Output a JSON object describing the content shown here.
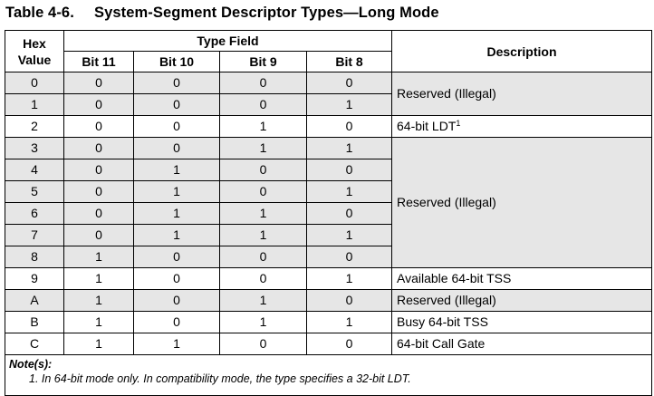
{
  "title": {
    "number": "Table 4-6.",
    "text": "System-Segment Descriptor Types—Long Mode"
  },
  "header": {
    "hex_line1": "Hex",
    "hex_line2": "Value",
    "type_field": "Type Field",
    "bits": [
      "Bit 11",
      "Bit 10",
      "Bit 9",
      "Bit 8"
    ],
    "description": "Description"
  },
  "rows": [
    {
      "hex": "0",
      "b11": "0",
      "b10": "0",
      "b9": "0",
      "b8": "0"
    },
    {
      "hex": "1",
      "b11": "0",
      "b10": "0",
      "b9": "0",
      "b8": "1"
    },
    {
      "hex": "2",
      "b11": "0",
      "b10": "0",
      "b9": "1",
      "b8": "0"
    },
    {
      "hex": "3",
      "b11": "0",
      "b10": "0",
      "b9": "1",
      "b8": "1"
    },
    {
      "hex": "4",
      "b11": "0",
      "b10": "1",
      "b9": "0",
      "b8": "0"
    },
    {
      "hex": "5",
      "b11": "0",
      "b10": "1",
      "b9": "0",
      "b8": "1"
    },
    {
      "hex": "6",
      "b11": "0",
      "b10": "1",
      "b9": "1",
      "b8": "0"
    },
    {
      "hex": "7",
      "b11": "0",
      "b10": "1",
      "b9": "1",
      "b8": "1"
    },
    {
      "hex": "8",
      "b11": "1",
      "b10": "0",
      "b9": "0",
      "b8": "0"
    },
    {
      "hex": "9",
      "b11": "1",
      "b10": "0",
      "b9": "0",
      "b8": "1"
    },
    {
      "hex": "A",
      "b11": "1",
      "b10": "0",
      "b9": "1",
      "b8": "0"
    },
    {
      "hex": "B",
      "b11": "1",
      "b10": "0",
      "b9": "1",
      "b8": "1"
    },
    {
      "hex": "C",
      "b11": "1",
      "b10": "1",
      "b9": "0",
      "b8": "0"
    }
  ],
  "descriptions": {
    "reserved_0_1": "Reserved (Illegal)",
    "ldt": "64-bit LDT",
    "ldt_footnote": "1",
    "reserved_3_8": "Reserved (Illegal)",
    "avail_tss": "Available 64-bit TSS",
    "reserved_a": "Reserved (Illegal)",
    "busy_tss": "Busy 64-bit TSS",
    "call_gate": "64-bit Call Gate"
  },
  "notes": {
    "heading": "Note(s):",
    "items": [
      "1. In 64-bit mode only. In compatibility mode, the type specifies a 32-bit LDT."
    ]
  },
  "colors": {
    "shade": "#e6e6e6",
    "border": "#000000"
  }
}
